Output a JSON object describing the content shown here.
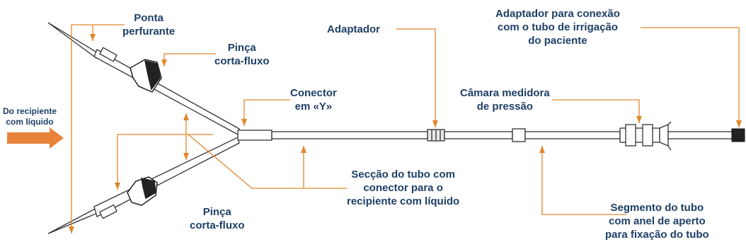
{
  "colors": {
    "label_text": "#1e3f66",
    "leader_line": "#e0862b",
    "arrow_fill": "#e8833a",
    "tube_outline": "#333333"
  },
  "labels": {
    "source": [
      "Do recipiente",
      "com líquido"
    ],
    "spike": [
      "Ponta",
      "perfurante"
    ],
    "clamp_top": [
      "Pinça",
      "corta-fluxo"
    ],
    "clamp_bottom": [
      "Pinça",
      "corta-fluxo"
    ],
    "y_connector": [
      "Conector",
      "em «Y»"
    ],
    "adapter": [
      "Adaptador"
    ],
    "pressure_chamber": [
      "Câmara medidora",
      "de pressão"
    ],
    "patient_adapter": [
      "Adaptador para conexão",
      "com o tubo de irrigação",
      "do paciente"
    ],
    "tube_section": [
      "Secção do tubo com",
      "conector para o",
      "recipiente com líquido"
    ],
    "tube_segment": [
      "Segmento do tubo",
      "com anel de aperto",
      "para fixação do tubo"
    ]
  }
}
